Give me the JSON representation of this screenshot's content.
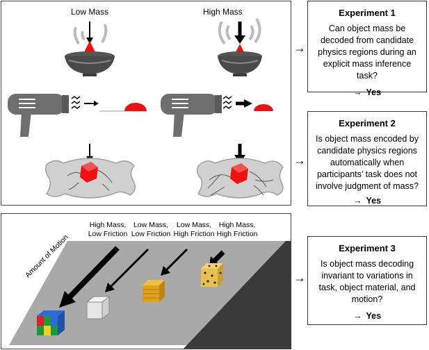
{
  "top_panel": {
    "col_low": "Low Mass",
    "col_high": "High Mass"
  },
  "bottom_panel": {
    "conditions": [
      {
        "line1": "High Mass,",
        "line2": "Low Friction"
      },
      {
        "line1": "Low Mass,",
        "line2": "Low Friction"
      },
      {
        "line1": "Low Mass,",
        "line2": "High Friction"
      },
      {
        "line1": "High Mass,",
        "line2": "High Friction"
      }
    ],
    "motion_label": "Amount of Motion"
  },
  "experiments": [
    {
      "title": "Experiment 1",
      "question": "Can object mass be decoded from candidate physics regions during an explicit mass inference task?",
      "answer": "Yes"
    },
    {
      "title": "Experiment 2",
      "question": "Is object mass encoded by candidate physics regions automatically when participants’ task does not involve judgment of mass?",
      "answer": "Yes"
    },
    {
      "title": "Experiment 3",
      "question": "Is object mass decoding invariant to variations in task, object material, and motion?",
      "answer": "Yes"
    }
  ],
  "colors": {
    "accent_red": "#ee1111",
    "gray_device": "#6e6e6e",
    "floor_light": "#a9a9a9",
    "floor_dark": "#3a3a3a"
  },
  "icons": [
    "bowl-icon",
    "hair-dryer-icon",
    "pillow-icon",
    "cube-icon",
    "arrow-icon"
  ]
}
